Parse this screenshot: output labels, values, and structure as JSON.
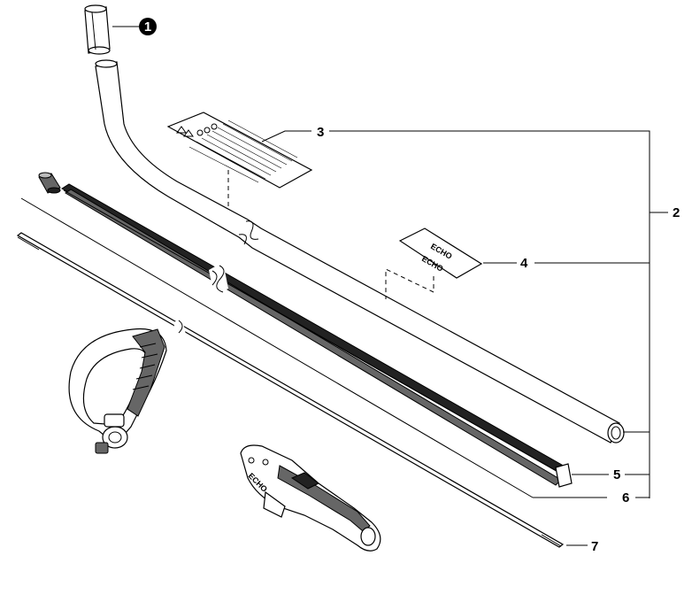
{
  "callouts": {
    "c1": "1",
    "c2": "2",
    "c3": "3",
    "c4": "4",
    "c5": "5",
    "c6": "6",
    "c7": "7"
  },
  "decal": {
    "brand_text": "ECHO"
  },
  "handle": {
    "brand_text": "ECHO"
  },
  "colors": {
    "line": "#000000",
    "background": "#ffffff"
  }
}
